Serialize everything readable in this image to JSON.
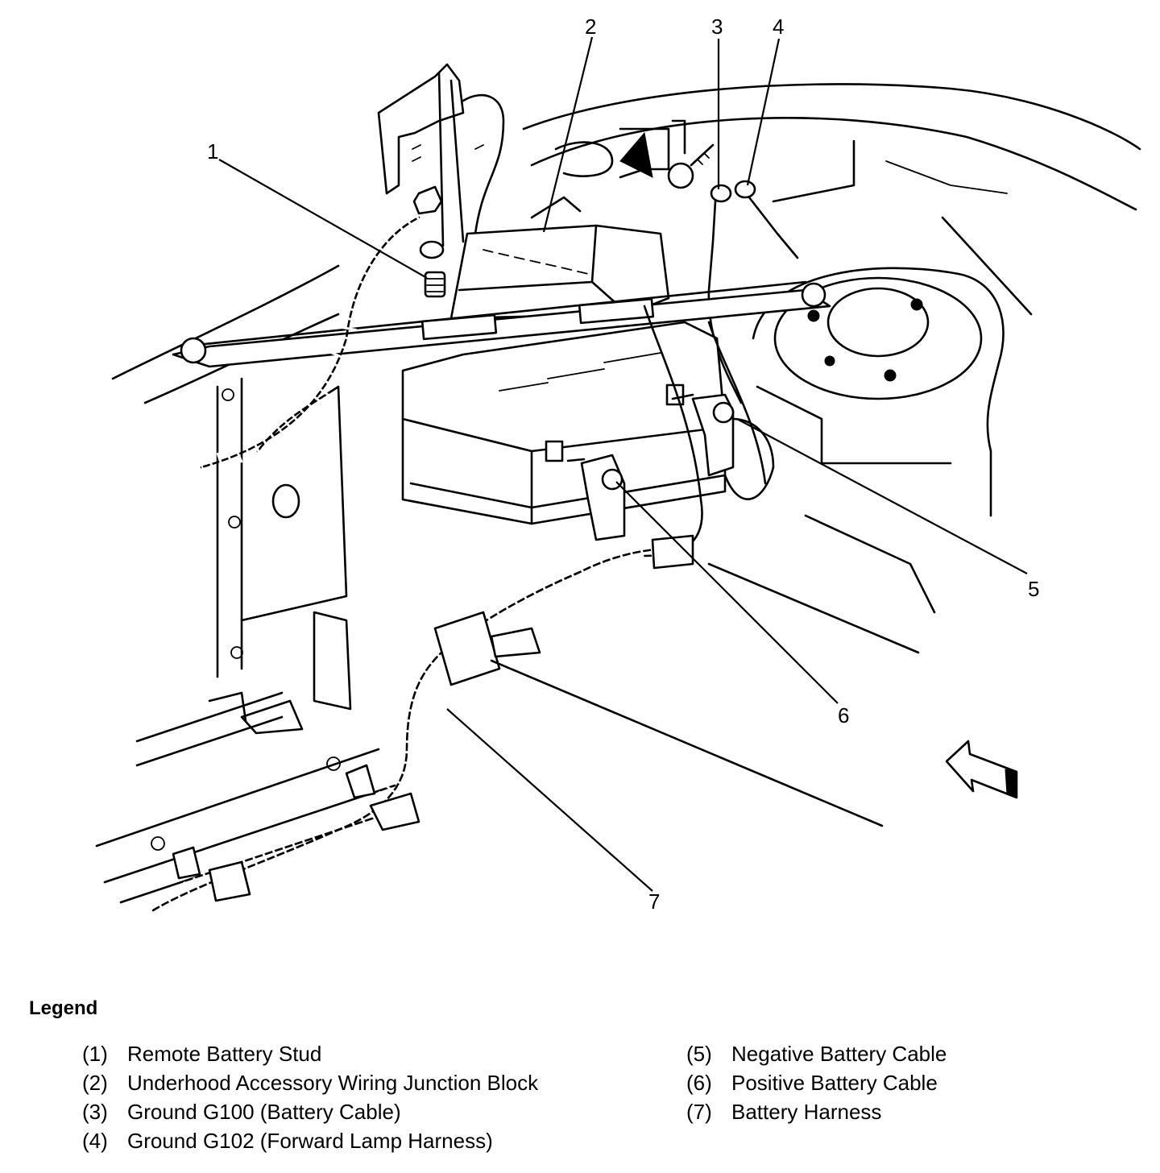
{
  "diagram": {
    "callouts": [
      "1",
      "2",
      "3",
      "4",
      "5",
      "6",
      "7"
    ]
  },
  "legend": {
    "title": "Legend",
    "left_items": [
      {
        "num": "(1)",
        "label": "Remote Battery Stud"
      },
      {
        "num": "(2)",
        "label": "Underhood Accessory Wiring Junction Block"
      },
      {
        "num": "(3)",
        "label": "Ground G100 (Battery Cable)"
      },
      {
        "num": "(4)",
        "label": "Ground G102 (Forward Lamp Harness)"
      }
    ],
    "right_items": [
      {
        "num": "(5)",
        "label": "Negative Battery Cable"
      },
      {
        "num": "(6)",
        "label": "Positive Battery Cable"
      },
      {
        "num": "(7)",
        "label": "Battery Harness"
      }
    ]
  },
  "colors": {
    "line": "#000000",
    "background": "#ffffff"
  },
  "icons": [
    "front-direction-arrow-icon"
  ]
}
